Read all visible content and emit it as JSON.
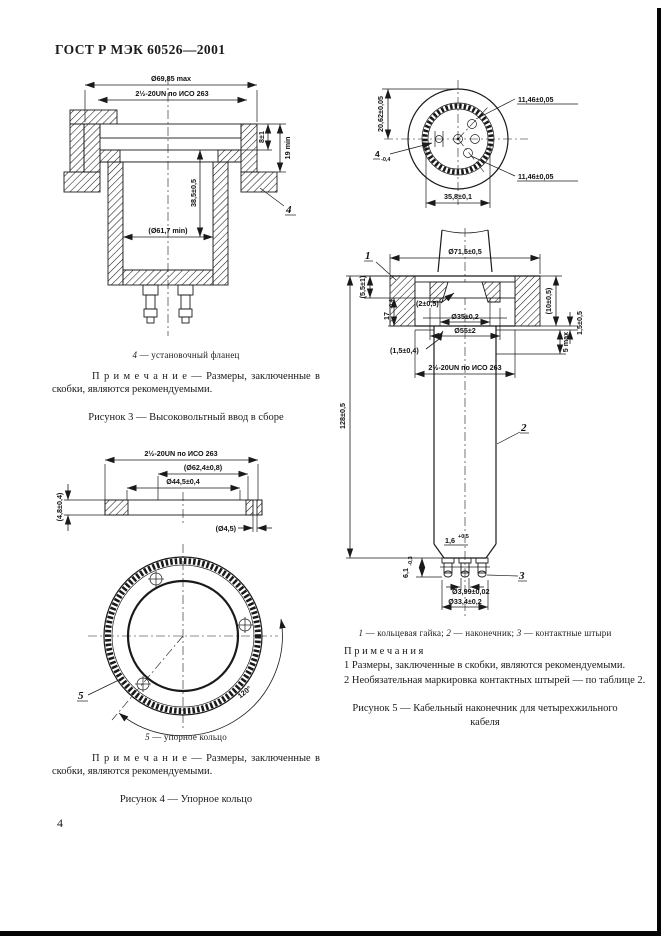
{
  "header": {
    "title": "ГОСТ Р МЭК 60526—2001"
  },
  "page_number": "4",
  "fig3": {
    "dims": {
      "outer_dia": "Ø69,85 max",
      "thread": "2½-20UN по ИСО 263",
      "plate_h": "8±1",
      "min_h": "19 min",
      "depth": "38,5±0,5",
      "inner_dia": "(Ø61,7 min)",
      "ref4": "4"
    },
    "legend": {
      "num": "4",
      "text": " — установочный фланец"
    },
    "note": {
      "label": "П р и м е ч а н и е",
      "text": " — Размеры, заключенные в скобки, являются рекомендуемыми."
    },
    "caption": "Рисунок 3 — Высоковольтный ввод в сборе"
  },
  "fig4": {
    "dims": {
      "thread": "2½-20UN по ИСО 263",
      "dia_outer": "(Ø62,4±0,8)",
      "dia_inner": "Ø44,5±0,4",
      "hole_dia": "(Ø4,5)",
      "thickness": "(4,8±0,4)",
      "angle": "120°",
      "ref5": "5"
    },
    "legend": {
      "num": "5",
      "text": " — упорное кольцо"
    },
    "note": {
      "label": "П р и м е ч а н и е",
      "text": " — Размеры, заключенные в скобки, являются рекомендуемыми."
    },
    "caption": "Рисунок 4 — Упорное кольцо"
  },
  "fig5": {
    "end_view": {
      "pitch": "20,62±0,05",
      "key_main": "4",
      "key_tol": "-0,4",
      "pin_top": "11,46±0,05",
      "pin_bottom": "11,46±0,05",
      "width": "35,8±0,1"
    },
    "dims": {
      "flange_dia": "Ø71,5±0,5",
      "nut_h": "(5,5±1)",
      "lip_a": "(10±0,5)",
      "lip_b": "1,5±0,5",
      "gap": "(2±0,5)",
      "bore_a": "Ø35±0,2",
      "bore_b": "Ø55±2",
      "h17": "17",
      "h17_tol": "-0,4",
      "lip_c": "(1,5±0,4)",
      "thread": "2½-20UN по ИСО 263",
      "length": "128±0,5",
      "max5": "5 max",
      "tip": "1,6",
      "tip_tol": "+0,5",
      "pin_dia": "Ø3,99±0,02",
      "pin_circle": "Ø33,4±0,2",
      "pin_len": "6,1",
      "pin_len_tol": "-0,3",
      "ref1": "1",
      "ref2": "2",
      "ref3": "3"
    },
    "legend": [
      {
        "num": "1",
        "text": " — кольцевая гайка; "
      },
      {
        "num": "2",
        "text": " — наконечник; "
      },
      {
        "num": "3",
        "text": " — контактные штыри"
      }
    ],
    "notes_title": "П р и м е ч а н и я",
    "note1": "1  Размеры, заключенные в скобки, являются рекомендуемыми.",
    "note2": "2  Необязательная маркировка контактных штырей — по таблице 2.",
    "caption_line1": "Рисунок 5 — Кабельный наконечник для четырехжильного",
    "caption_line2": "кабеля"
  }
}
